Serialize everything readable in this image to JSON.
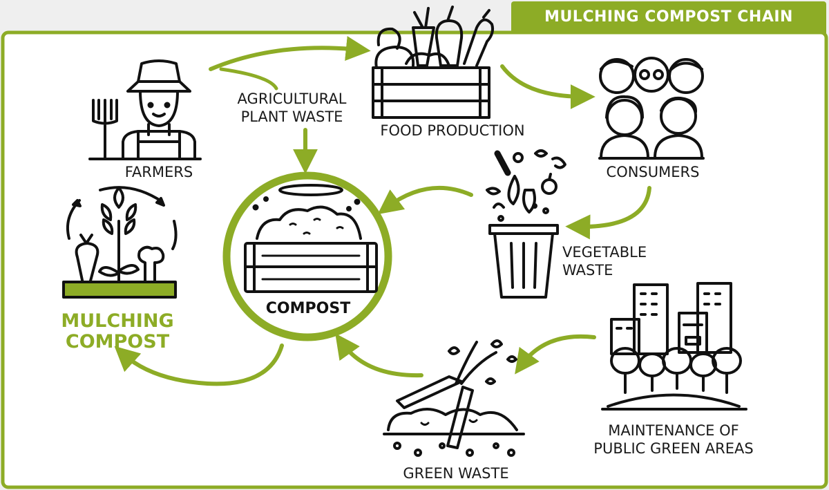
{
  "title": "MULCHING COMPOST CHAIN",
  "colors": {
    "accent": "#8dac26",
    "ink": "#111111",
    "background": "#ffffff"
  },
  "nodes": {
    "farmers": {
      "label": "FARMERS",
      "icon": "farmer-icon"
    },
    "food_production": {
      "label": "FOOD PRODUCTION",
      "icon": "vegetable-crate-icon"
    },
    "consumers": {
      "label": "CONSUMERS",
      "icon": "people-group-icon"
    },
    "vegetable_waste": {
      "label_line1": "VEGETABLE",
      "label_line2": "WASTE",
      "icon": "waste-bin-icon"
    },
    "public_green": {
      "label_line1": "MAINTENANCE OF",
      "label_line2": "PUBLIC GREEN AREAS",
      "icon": "city-park-icon"
    },
    "green_waste": {
      "label": "GREEN WASTE",
      "icon": "pruning-shears-icon"
    },
    "compost": {
      "label": "COMPOST",
      "icon": "compost-crate-icon"
    },
    "mulching": {
      "label_line1": "MULCHING",
      "label_line2": "COMPOST",
      "icon": "growing-plants-icon"
    }
  },
  "flow_labels": {
    "agri_line1": "AGRICULTURAL",
    "agri_line2": "PLANT WASTE"
  }
}
